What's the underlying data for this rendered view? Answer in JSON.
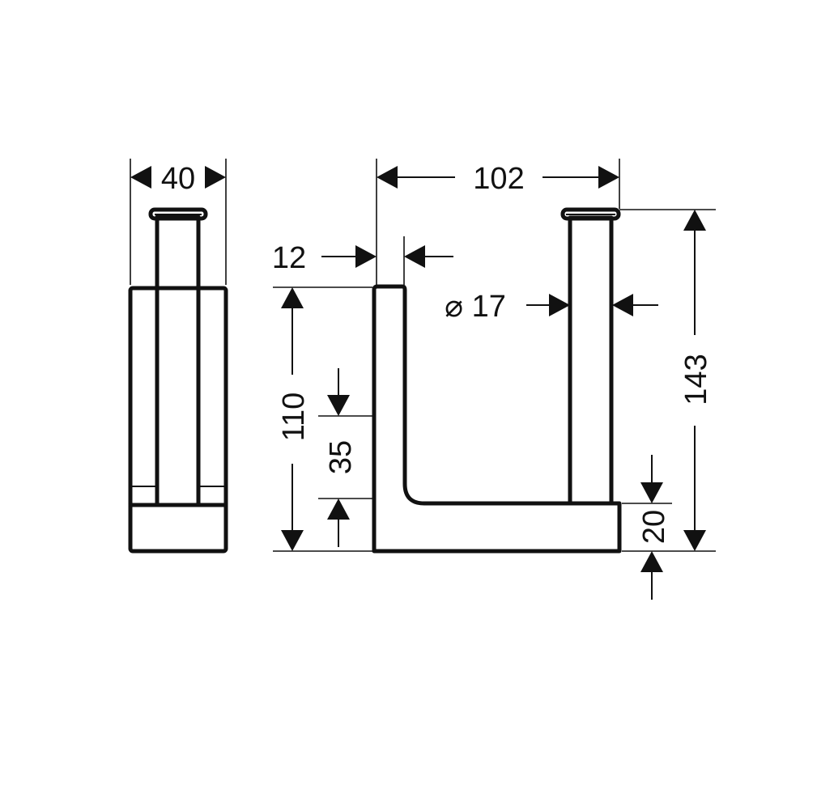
{
  "dimensions": {
    "side_width": "40",
    "front_width": "102",
    "wall_thickness": "12",
    "pin_diameter": "⌀ 17",
    "total_height": "143",
    "wall_height": "110",
    "fixing_height": "35",
    "base_height": "20"
  },
  "colors": {
    "line": "#111111",
    "background": "#ffffff"
  }
}
